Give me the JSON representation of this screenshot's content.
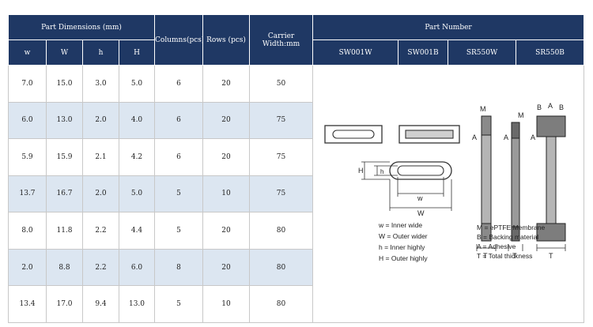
{
  "header": {
    "part_dimensions": "Part Dimensions (mm)",
    "columns": "Columns(pcs)",
    "rows": "Rows (pcs)",
    "carrier": "Carrier Width:mm",
    "part_number": "Part Number",
    "sub": [
      "w",
      "W",
      "h",
      "H"
    ],
    "part_numbers": [
      "SW001W",
      "SW001B",
      "SR550W",
      "SR550B"
    ]
  },
  "rows": [
    [
      "7.0",
      "15.0",
      "3.0",
      "5.0",
      "6",
      "20",
      "50"
    ],
    [
      "6.0",
      "13.0",
      "2.0",
      "4.0",
      "6",
      "20",
      "75"
    ],
    [
      "5.9",
      "15.9",
      "2.1",
      "4.2",
      "6",
      "20",
      "75"
    ],
    [
      "13.7",
      "16.7",
      "2.0",
      "5.0",
      "5",
      "10",
      "75"
    ],
    [
      "8.0",
      "11.8",
      "2.2",
      "4.4",
      "5",
      "20",
      "80"
    ],
    [
      "2.0",
      "8.8",
      "2.2",
      "6.0",
      "8",
      "20",
      "80"
    ],
    [
      "13.4",
      "17.0",
      "9.4",
      "13.0",
      "5",
      "10",
      "80"
    ]
  ],
  "shaded_rows": [
    1,
    3,
    5
  ],
  "colors": {
    "header": "#1f3864",
    "shade": "#dce6f1"
  },
  "legend": {
    "left": [
      "w = Inner wide",
      "W = Outer wider",
      "h = Inner highly",
      "H = Outer highly"
    ],
    "right": [
      "M = ePTFE Membrane",
      "B = Backing material",
      "A = Adhesive",
      "T = Total thickness"
    ]
  },
  "diagram_labels": {
    "w": "w",
    "W": "W",
    "h": "h",
    "H": "H",
    "M": "M",
    "A": "A",
    "B": "B",
    "T": "T"
  }
}
